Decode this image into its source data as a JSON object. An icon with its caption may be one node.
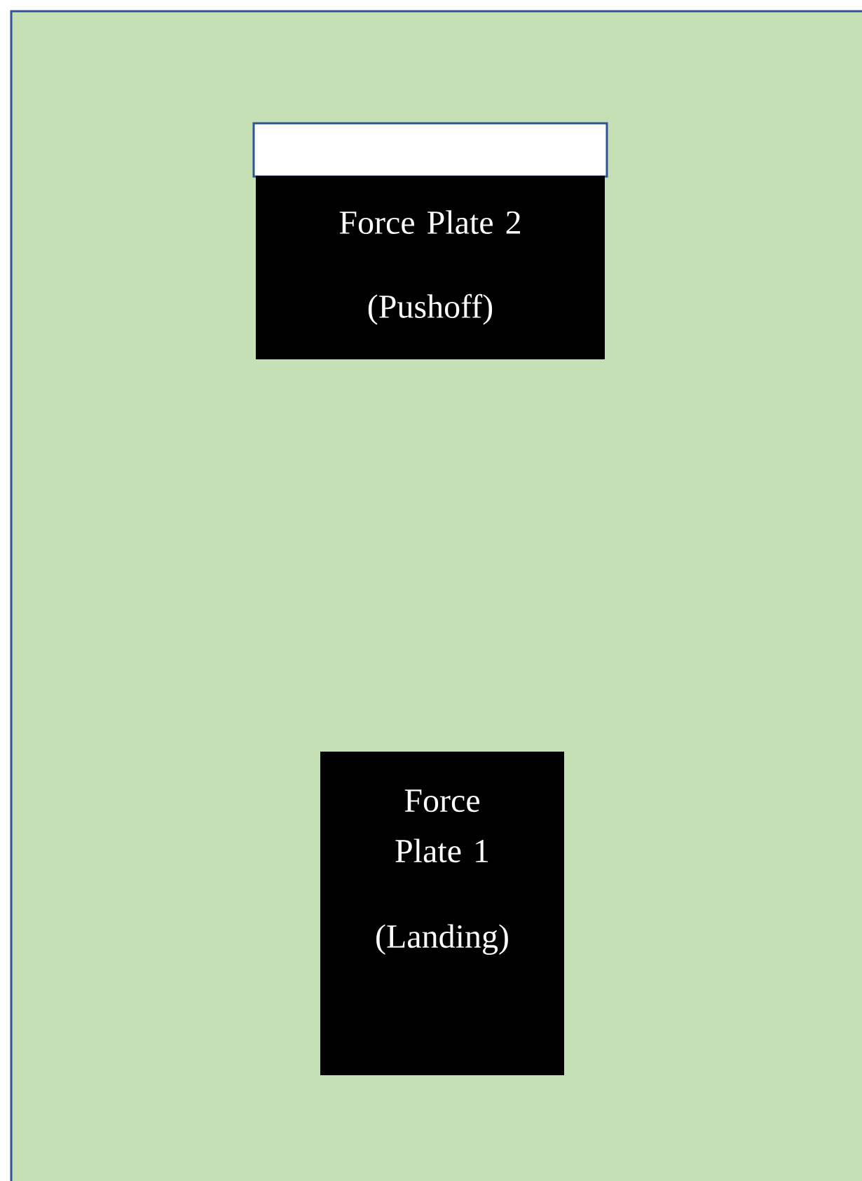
{
  "diagram": {
    "nodes": [
      {
        "text": [],
        "shape": "box"
      },
      {
        "text": [],
        "shape": "box",
        "in": 0
      },
      {
        "text": [
          "Force Plate 2",
          "(Pushoff)"
        ],
        "in": 0
      },
      {
        "text": [
          "Force Plate 1",
          "(Landing)"
        ],
        "in": 0
      }
    ]
  }
}
